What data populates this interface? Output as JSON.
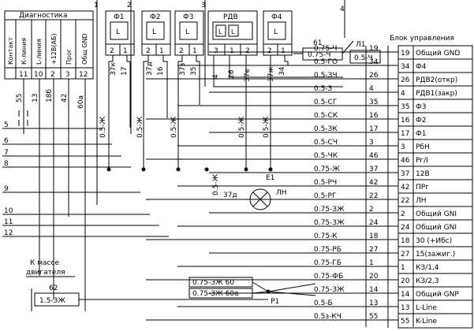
{
  "diag_block": {
    "title": "Диагностика",
    "labels": [
      "Контакт",
      "К-линия",
      "L-линия",
      "+12В(АБ)",
      "Прог",
      "Общ GND"
    ],
    "pins": [
      "11",
      "10",
      "2",
      "3",
      "12"
    ]
  },
  "blocks": [
    {
      "name": "Ф1",
      "pins": [
        "2",
        "1"
      ],
      "wires": [
        "37к",
        "17"
      ]
    },
    {
      "name": "Ф2",
      "pins": [
        "2",
        "1"
      ],
      "wires": [
        "37д",
        "16"
      ]
    },
    {
      "name": "Ф3",
      "pins": [
        "2",
        "1"
      ],
      "wires": [
        "37з",
        "35"
      ]
    },
    {
      "name": "РДВ",
      "pins": [
        "3",
        "1",
        "2"
      ],
      "wires": [
        "4",
        "26",
        "37е"
      ]
    },
    {
      "name": "Ф4",
      "pins": [
        "2",
        "1"
      ],
      "wires": [
        "37ж",
        "34"
      ]
    }
  ],
  "top_numbers": [
    "1",
    "2",
    "3",
    "4"
  ],
  "ecu": {
    "title": "Блок управления",
    "rows": [
      {
        "pin": "19",
        "label": "Общий GND"
      },
      {
        "pin": "34",
        "label": "Ф4"
      },
      {
        "pin": "26",
        "label": "РДВ2(откр)"
      },
      {
        "pin": "4",
        "label": "РДВ1(закр)"
      },
      {
        "pin": "35",
        "label": "Ф3"
      },
      {
        "pin": "16",
        "label": "Ф2"
      },
      {
        "pin": "17",
        "label": "Ф1"
      },
      {
        "pin": "3",
        "label": "РбН"
      },
      {
        "pin": "46",
        "label": "Рг/I"
      },
      {
        "pin": "37",
        "label": "12В"
      },
      {
        "pin": "42",
        "label": "ПРг"
      },
      {
        "pin": "22",
        "label": "ЛН"
      },
      {
        "pin": "2",
        "label": "Общий GNI"
      },
      {
        "pin": "24",
        "label": "Общий GNI"
      },
      {
        "pin": "18",
        "label": "30 (+Ибс)"
      },
      {
        "pin": "27",
        "label": "15(зажиг.)"
      },
      {
        "pin": "1",
        "label": "КЗ/1,4"
      },
      {
        "pin": "20",
        "label": "КЗ/2,3"
      },
      {
        "pin": "14",
        "label": "Общий GNP"
      },
      {
        "pin": "13",
        "label": "L-Line"
      },
      {
        "pin": "55",
        "label": "K-Line"
      }
    ]
  },
  "harness": [
    {
      "wire": "0.75-Ч",
      "num": "19"
    },
    {
      "wire": "0.5-ГО",
      "num": "34"
    },
    {
      "wire": "0.5-ЗЧ",
      "num": "26"
    },
    {
      "wire": "0.5-З",
      "num": "4"
    },
    {
      "wire": "0.5-СГ",
      "num": "35"
    },
    {
      "wire": "0.5-СК",
      "num": "16"
    },
    {
      "wire": "0.5-ЗК",
      "num": "17"
    },
    {
      "wire": "0.5-СЧ",
      "num": "3"
    },
    {
      "wire": "0.5-ЧК",
      "num": "46"
    },
    {
      "wire": "0.75-Ж",
      "num": "37"
    },
    {
      "wire": "0.5-РЧ",
      "num": "42"
    },
    {
      "wire": "0.5-РГ",
      "num": "22"
    },
    {
      "wire": "0.75-ЗЖ",
      "num": "2"
    },
    {
      "wire": "0.75-ЗЖ",
      "num": "24"
    },
    {
      "wire": "0.75-К",
      "num": "18"
    },
    {
      "wire": "0.75-РБ",
      "num": "27"
    },
    {
      "wire": "0.75-ГБ",
      "num": "1"
    },
    {
      "wire": "0.75-ФБ",
      "num": "20"
    },
    {
      "wire": "0.75-ЗЖ",
      "num": "14"
    },
    {
      "wire": "0.5-Б",
      "num": "13"
    },
    {
      "wire": "0.5з-КЧ",
      "num": "55"
    }
  ],
  "node_61": {
    "num": "61",
    "wire": "0.75-Ч",
    "lamp_label": "Л1",
    "wire2": "0.5-Ч"
  },
  "left_numbers": [
    "5",
    "6",
    "7",
    "8",
    "9",
    "10",
    "11",
    "12"
  ],
  "diag_wires": [
    "55",
    "13",
    "18б",
    "42",
    "60а"
  ],
  "vertical_wire_labels": [
    "0.5-Ж",
    "0.5-Ж",
    "0.5-Ж",
    "0.5-Ж",
    "0.5-Ж",
    "0.5-Ж"
  ],
  "lamp": {
    "label": "ЛН",
    "wire": "37д"
  },
  "e1": "Е1",
  "mass": {
    "label": "К массе двигателя",
    "line1": "К массе",
    "line2": "двигателя",
    "num": "62",
    "wire": "1.5-ЗЖ"
  },
  "r1": {
    "label": "Р1",
    "wire60": "0.75-ЗЖ  60",
    "wire60a": "0.75-ЗЖ  60а"
  }
}
